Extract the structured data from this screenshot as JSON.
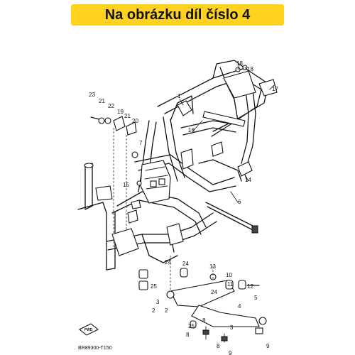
{
  "banner": {
    "text": "Na obrázku díl číslo 4",
    "background": "#ffd21f"
  },
  "diagram": {
    "code": "BR89300-T150",
    "fwd_label": "FWD",
    "callouts": [
      {
        "id": "c1",
        "text": "1"
      },
      {
        "id": "c2",
        "text": "2"
      },
      {
        "id": "c3",
        "text": "3"
      },
      {
        "id": "c4",
        "text": "4"
      },
      {
        "id": "c5",
        "text": "5"
      },
      {
        "id": "c6",
        "text": "6"
      },
      {
        "id": "c7",
        "text": "7"
      },
      {
        "id": "c8",
        "text": "8"
      },
      {
        "id": "c9",
        "text": "9"
      },
      {
        "id": "c10",
        "text": "10"
      },
      {
        "id": "c11",
        "text": "11"
      },
      {
        "id": "c12",
        "text": "12"
      },
      {
        "id": "c13",
        "text": "13"
      },
      {
        "id": "c14",
        "text": "14"
      },
      {
        "id": "c15",
        "text": "15"
      },
      {
        "id": "c16",
        "text": "16"
      },
      {
        "id": "c17",
        "text": "17"
      },
      {
        "id": "c18a",
        "text": "18"
      },
      {
        "id": "c18b",
        "text": "18"
      },
      {
        "id": "c19",
        "text": "19"
      },
      {
        "id": "c20",
        "text": "20"
      },
      {
        "id": "c21a",
        "text": "21"
      },
      {
        "id": "c21b",
        "text": "21"
      },
      {
        "id": "c22",
        "text": "22"
      },
      {
        "id": "c23",
        "text": "23"
      },
      {
        "id": "c24a",
        "text": "24"
      },
      {
        "id": "c24b",
        "text": "24"
      },
      {
        "id": "c24c",
        "text": "24"
      },
      {
        "id": "c25a",
        "text": "25"
      },
      {
        "id": "c25b",
        "text": "25"
      },
      {
        "id": "c2b",
        "text": "2"
      },
      {
        "id": "c3b",
        "text": "3"
      },
      {
        "id": "c8b",
        "text": "8"
      },
      {
        "id": "c9b",
        "text": "9"
      },
      {
        "id": "c8c",
        "text": "8"
      }
    ]
  }
}
